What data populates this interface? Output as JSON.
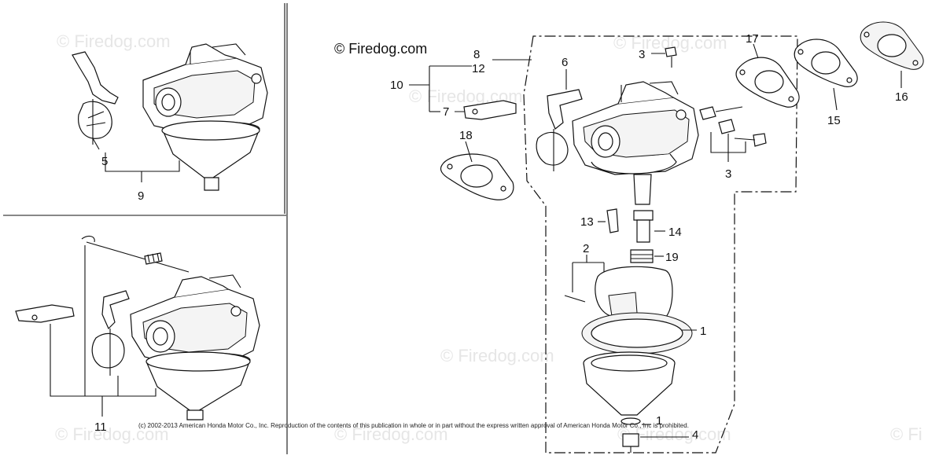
{
  "credit": "© Firedog.com",
  "watermarks": [
    "© Firedog.com",
    "© Firedog.com",
    "© Firedog.com",
    "© Firedog.com",
    "© Firedog.com",
    "© Firedog.com",
    "© Firedog.com",
    "© Fi"
  ],
  "copyright": "(c) 2002-2013 American Honda Motor Co., Inc. Reproduction of the contents of this publication in whole or in part without the express written approval of American Honda Motor Co., Inc is prohibited.",
  "callouts": {
    "tl_5": "5",
    "tl_9": "9",
    "bl_11": "11",
    "m_8": "8",
    "m_12": "12",
    "m_10": "10",
    "m_7": "7",
    "m_18": "18",
    "m_6": "6",
    "m_3a": "3",
    "m_3b": "3",
    "m_17": "17",
    "m_15": "15",
    "m_16": "16",
    "m_13": "13",
    "m_14": "14",
    "m_2": "2",
    "m_19": "19",
    "m_1a": "1",
    "m_1b": "1",
    "m_4": "4"
  }
}
